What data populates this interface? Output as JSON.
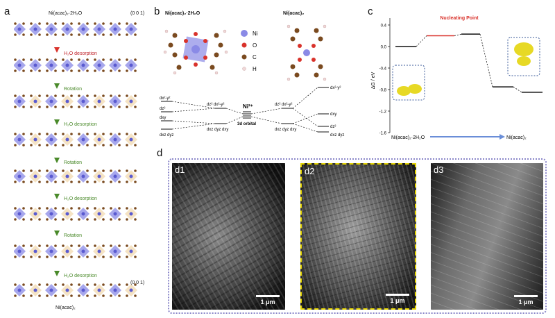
{
  "panels": {
    "a": "a",
    "b": "b",
    "c": "c",
    "d": "d"
  },
  "panel_a": {
    "top_label": "Ni(acac)₂·2H₂O",
    "bottom_label": "Ni(acac)₂",
    "axis_label": "(0 0 1)",
    "steps": [
      "H₂O desorption",
      "Rotation",
      "H₂O desorption",
      "Rotation",
      "H₂O desorption",
      "Rotation",
      "H₂O desorption"
    ]
  },
  "panel_b": {
    "left_title": "Ni(acac)₂·2H₂O",
    "right_title": "Ni(acac)₂",
    "legend": [
      "Ni",
      "O",
      "C",
      "H"
    ],
    "center_label": "Ni²⁺",
    "orbital_label": "3d orbital",
    "left_levels": [
      "dx²-y²",
      "dz²",
      "dxy",
      "dxz dyz"
    ],
    "left_mid": [
      "dz²  dx²-y²",
      "dxz dyz dxy"
    ],
    "right_mid": [
      "dz²  dx²-y²",
      "dxz dyz dxy"
    ],
    "right_levels": [
      "dx²-y²",
      "dxy",
      "dz²",
      "dxz dyz"
    ]
  },
  "panel_c": {
    "ylabel": "ΔG / eV",
    "nucleating": "Nucleating Point",
    "left_x": "Ni(acac)₂·2H₂O",
    "right_x": "Ni(acac)₂",
    "yticks": [
      "0.4",
      "0.0",
      "-0.4",
      "-0.8",
      "-1.2",
      "-1.6"
    ]
  },
  "chart_data": {
    "type": "line",
    "ylabel": "ΔG / eV",
    "ylim": [
      -1.6,
      0.4
    ],
    "values": [
      0.0,
      0.2,
      0.23,
      -0.75,
      -0.85
    ]
  },
  "panel_d": {
    "images": [
      {
        "label": "d1",
        "scale": "1 μm"
      },
      {
        "label": "d2",
        "scale": "1 μm"
      },
      {
        "label": "d3",
        "scale": "1 μm"
      }
    ]
  },
  "colors": {
    "ni": "#8a8ae6",
    "o": "#d9322b",
    "c": "#7a4a1f",
    "h": "#f0d8d8",
    "accent": "#d9322b",
    "green": "#4a8a2a"
  }
}
